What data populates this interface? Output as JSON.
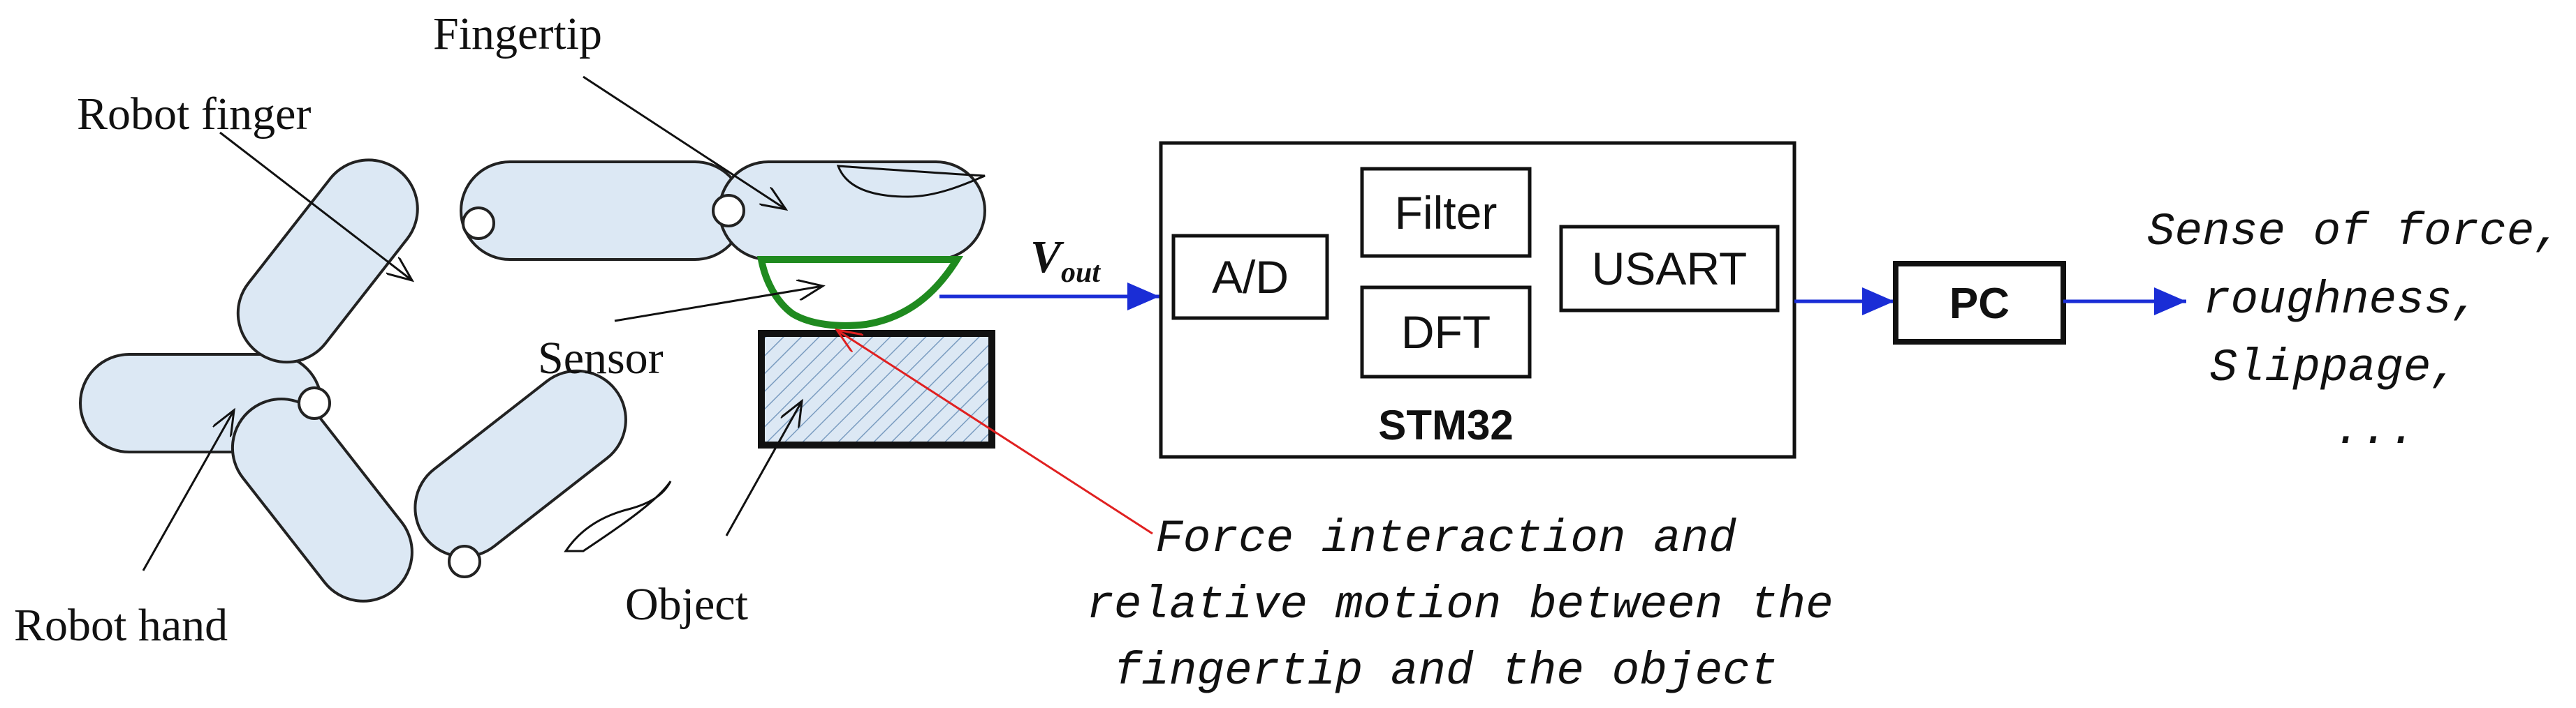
{
  "labels": {
    "fingertip": "Fingertip",
    "robot_finger": "Robot finger",
    "robot_hand": "Robot hand",
    "sensor": "Sensor",
    "object": "Object",
    "vout_main": "V",
    "vout_sub": "out"
  },
  "blocks": {
    "ad": "A/D",
    "filter": "Filter",
    "dft": "DFT",
    "usart": "USART",
    "stm32": "STM32",
    "pc": "PC"
  },
  "outputs": {
    "line1": "Sense of force,",
    "line2": "roughness,",
    "line3": "Slippage,",
    "line4": "..."
  },
  "annotation": {
    "line1": "Force interaction and",
    "line2": "relative motion between the",
    "line3": "fingertip and the object"
  },
  "colors": {
    "segment_fill": "#dce8f4",
    "sensor_green": "#1f8a1f",
    "signal_blue": "#1a2dd6",
    "annotation_red": "#e02020"
  }
}
